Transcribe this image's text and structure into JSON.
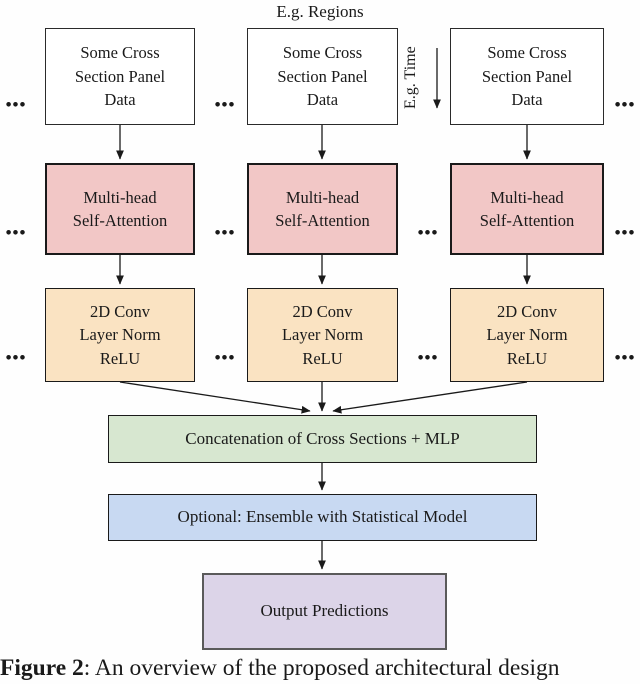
{
  "diagram": {
    "top_label": "E.g. Regions",
    "time_axis_label": "E.g. Time",
    "ellipsis": "•••",
    "input_box": [
      "Some Cross",
      "Section Panel",
      "Data"
    ],
    "attention_box": [
      "Multi-head",
      "Self-Attention"
    ],
    "conv_box": [
      "2D Conv",
      "Layer Norm",
      "ReLU"
    ],
    "concat_box": "Concatenation of Cross Sections + MLP",
    "ensemble_box": "Optional: Ensemble with Statistical Model",
    "output_box": "Output Predictions"
  },
  "caption": {
    "label": "Figure 2",
    "text": ": An overview of the proposed architectural design"
  },
  "colors": {
    "input_fill": "#ffffff",
    "attention_fill": "#f2c7c6",
    "conv_fill": "#fae3c2",
    "concat_fill": "#d7e7d0",
    "ensemble_fill": "#c8d9f2",
    "output_fill": "#dcd4e8",
    "arrow": "#1a1a1a"
  }
}
